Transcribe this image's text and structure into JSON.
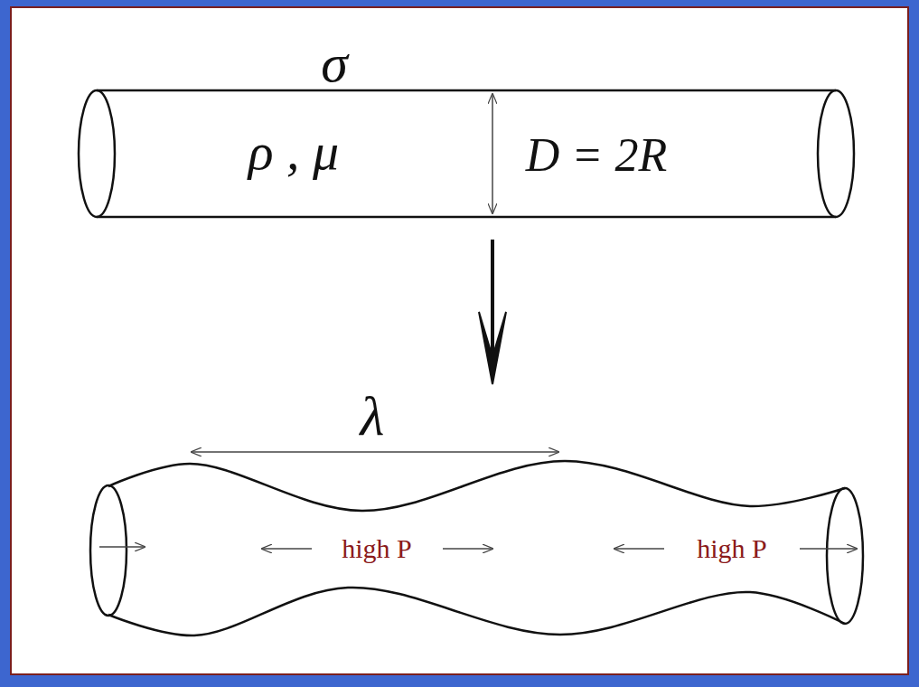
{
  "diagram": {
    "labels": [
      "σ",
      "ρ , μ",
      "D = 2R",
      "λ",
      "high P",
      "high P"
    ]
  }
}
